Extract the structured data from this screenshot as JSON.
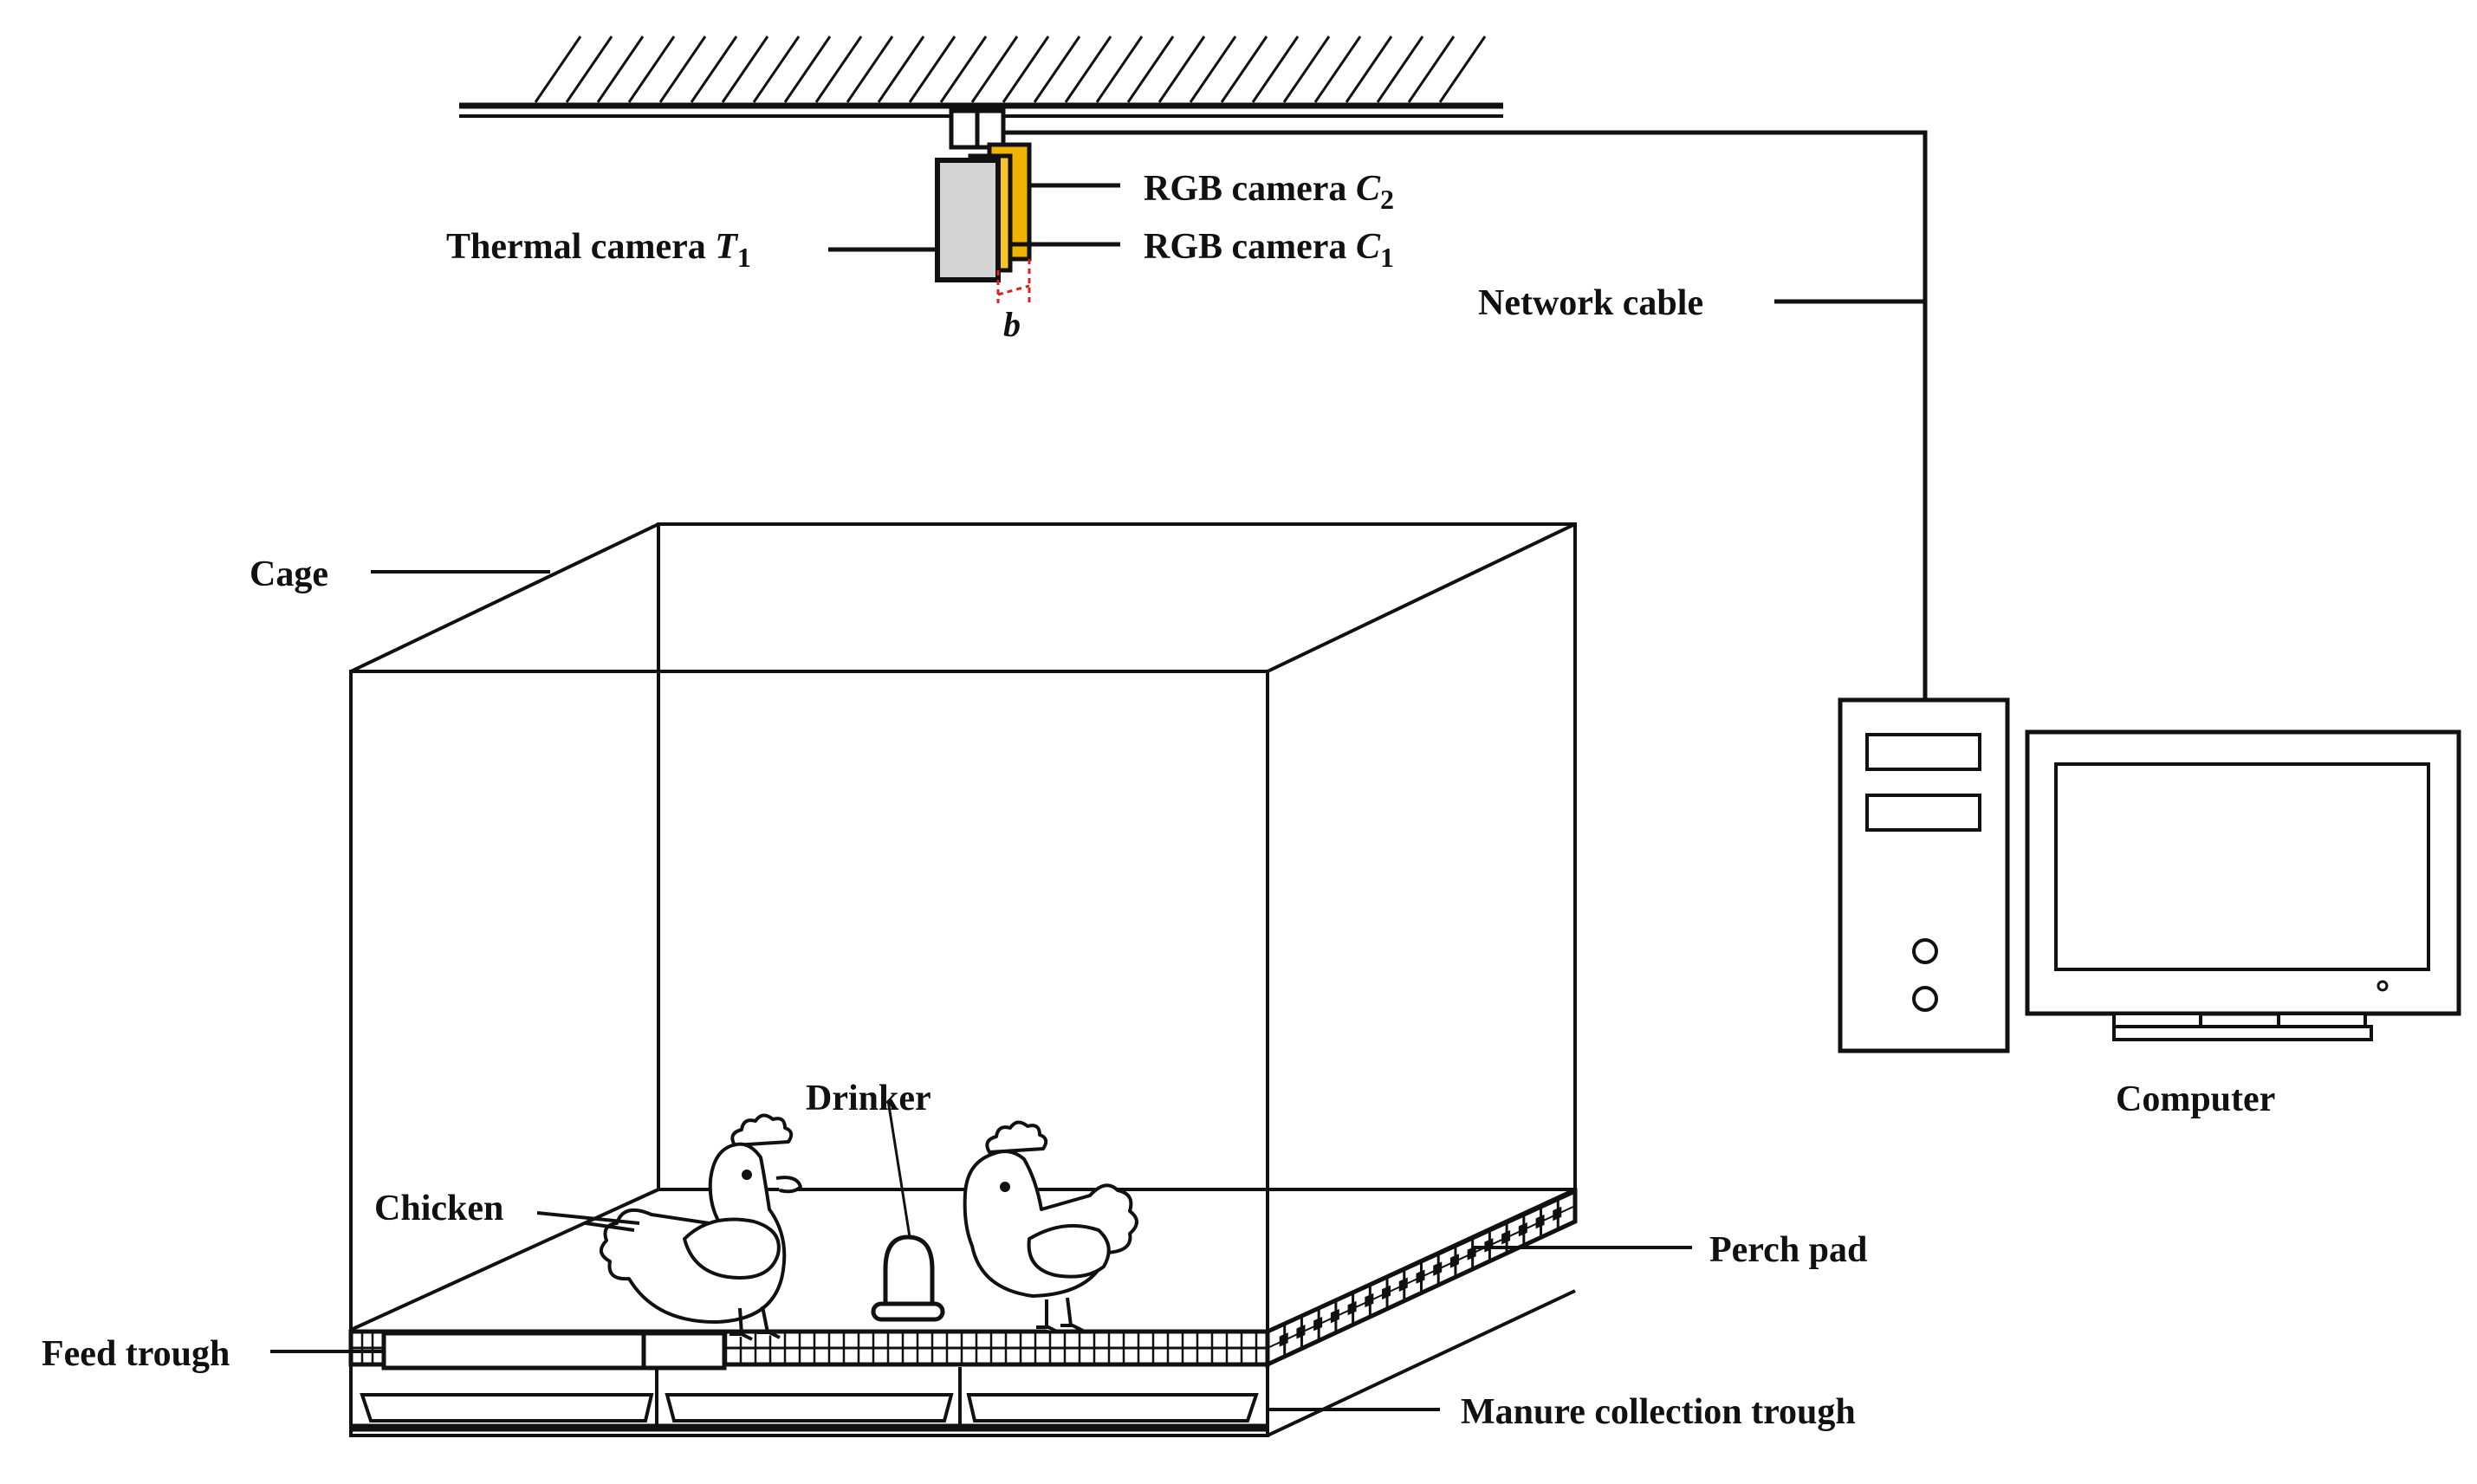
{
  "labels": {
    "rgb_c2_prefix": "RGB camera ",
    "rgb_c2_var": "C",
    "rgb_c2_sub": "2",
    "rgb_c1_prefix": "RGB camera ",
    "rgb_c1_var": "C",
    "rgb_c1_sub": "1",
    "thermal_prefix": "Thermal camera ",
    "thermal_var": "T",
    "thermal_sub": "1",
    "baseline": "b",
    "network_cable": "Network cable",
    "cage": "Cage",
    "computer": "Computer",
    "drinker": "Drinker",
    "chicken": "Chicken",
    "perch_pad": "Perch pad",
    "feed_trough": "Feed trough",
    "manure_trough": "Manure collection trough"
  },
  "colors": {
    "line": "#111111",
    "thermal_camera": "#d4d4d4",
    "rgb_camera": "#f0b400",
    "rgb_camera_inner": "#f7c52a",
    "baseline_marker": "#e02020"
  }
}
